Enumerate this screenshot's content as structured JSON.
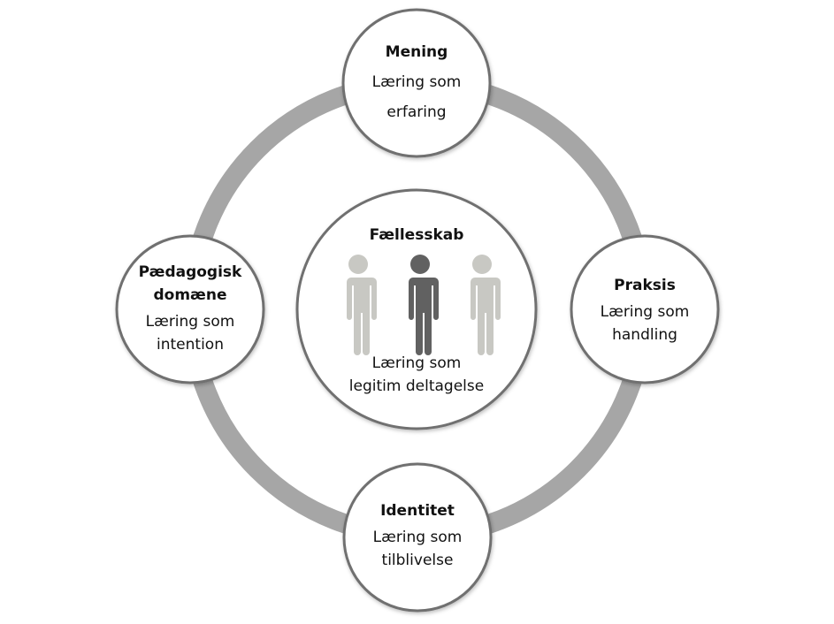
{
  "colors": {
    "ring": "#a6a6a6",
    "border": "#707070",
    "figure_light": "#c8c8c3",
    "figure_dark": "#616161"
  },
  "center": {
    "title": "Fællesskab",
    "line1": "Læring som",
    "line2": "legitim deltagelse"
  },
  "nodes": [
    {
      "id": "top",
      "title": "Mening",
      "line1": "Læring som",
      "line2": "erfaring"
    },
    {
      "id": "right",
      "title": "Praksis",
      "line1": "Læring som",
      "line2": "handling"
    },
    {
      "id": "bottom",
      "title": "Identitet",
      "line1": "Læring som",
      "line2": "tilblivelse"
    },
    {
      "id": "left",
      "title": "Pædagogisk domæne",
      "line1": "Læring som",
      "line2": "intention"
    }
  ]
}
